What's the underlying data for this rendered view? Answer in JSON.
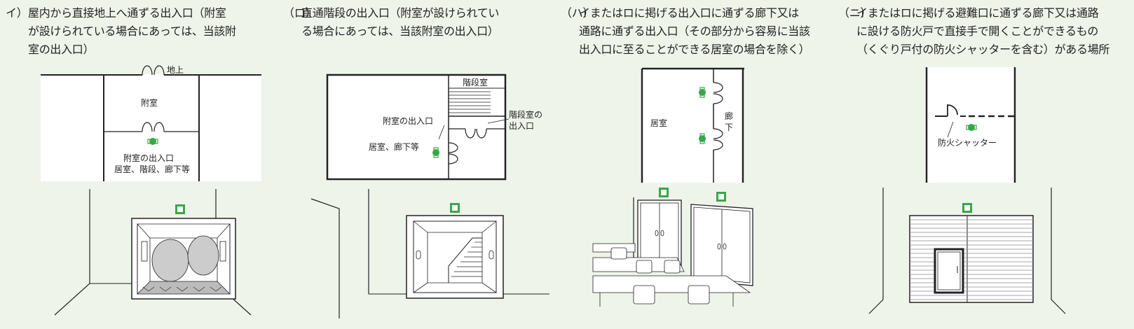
{
  "columns": [
    {
      "marker": "イ）",
      "heading": "屋内から直接地上へ通ずる出入口（附室\nが設けられている場合にあっては、当該附\n室の出入口）",
      "labels": {
        "ground": "地上",
        "anteroom": "附室",
        "anteroom_exit": "附室の出入口",
        "rooms": "居室、階段、廊下等"
      }
    },
    {
      "marker": "（ロ）",
      "heading": "直通階段の出入口（附室が設けられてい\nる場合にあっては、当該附室の出入口）",
      "labels": {
        "stair_room": "階段室",
        "anteroom_exit": "附室の出入口",
        "stair_exit_line1": "階段室の",
        "stair_exit_line2": "出入口",
        "rooms": "居室、廊下等"
      }
    },
    {
      "marker": "（ハ）",
      "heading": "イまたはロに掲げる出入口に通ずる廊下又は\n通路に通ずる出入口（その部分から容易に当該\n出入口に至ることができる居室の場合を除く）",
      "labels": {
        "room": "居室",
        "corridor_1": "廊",
        "corridor_2": "下"
      }
    },
    {
      "marker": "（ニ）",
      "heading": "イまたはロに掲げる避難口に通ずる廊下又は通路\nに設ける防火戸で直接手で開くことができるもの\n（くぐり戸付の防火シャッターを含む）がある場所",
      "labels": {
        "fire_shutter": "防火シャッター"
      }
    }
  ],
  "colors": {
    "background": "#eef4ea",
    "plan_fill": "#ffffff",
    "line": "#222222",
    "exit_sign": "#3aa64a"
  },
  "icons": [
    "exit-marker-icon",
    "emergency-exit-sign-icon"
  ]
}
